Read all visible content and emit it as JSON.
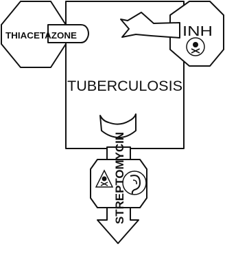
{
  "diagram": {
    "center_label": "TUBERCULOSIS",
    "drugs": {
      "left": "THIACETAZONE",
      "right": "INH",
      "bottom": "STREPTOMYCIN"
    },
    "icons": [
      "skull-crossbones-icon",
      "skull-crossbones-icon",
      "ear-icon"
    ],
    "colors": {
      "ink": "#111111",
      "paper": "#ffffff"
    }
  }
}
